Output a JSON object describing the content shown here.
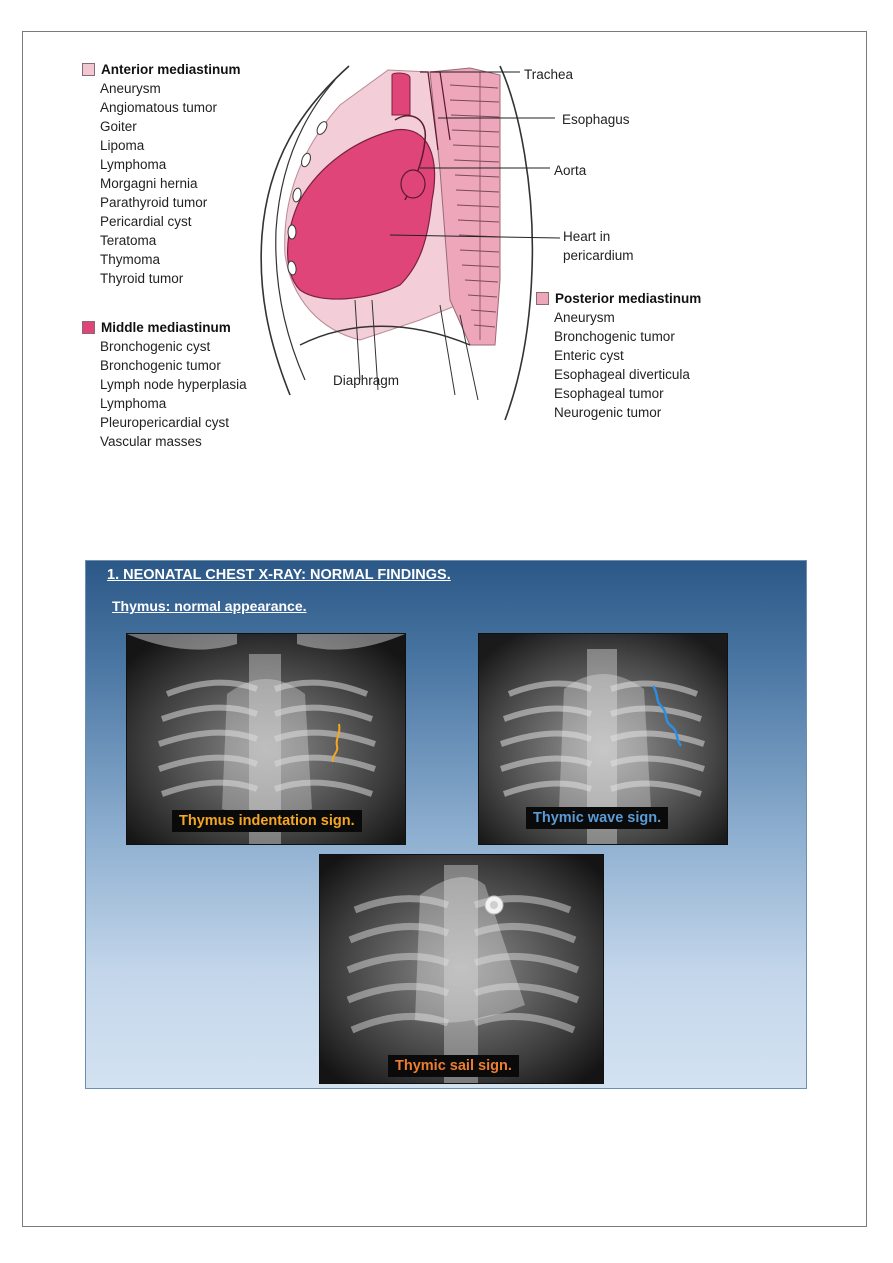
{
  "figure": {
    "anterior": {
      "title": "Anterior mediastinum",
      "color": "#f1c7d1",
      "items": [
        "Aneurysm",
        "Angiomatous tumor",
        "Goiter",
        "Lipoma",
        "Lymphoma",
        "Morgagni hernia",
        "Parathyroid tumor",
        "Pericardial cyst",
        "Teratoma",
        "Thymoma",
        "Thyroid tumor"
      ]
    },
    "middle": {
      "title": "Middle mediastinum",
      "color": "#e0457a",
      "items": [
        "Bronchogenic cyst",
        "Bronchogenic tumor",
        "Lymph node hyperplasia",
        "Lymphoma",
        "Pleuropericardial cyst",
        "Vascular masses"
      ]
    },
    "posterior": {
      "title": "Posterior mediastinum",
      "color": "#eea6bb",
      "items": [
        "Aneurysm",
        "Bronchogenic tumor",
        "Enteric cyst",
        "Esophageal diverticula",
        "Esophageal tumor",
        "Neurogenic tumor"
      ]
    },
    "labels": {
      "trachea": "Trachea",
      "esophagus": "Esophagus",
      "aorta": "Aorta",
      "heart_line1": "Heart in",
      "heart_line2": "pericardium",
      "diaphragm": "Diaphragm"
    }
  },
  "slide": {
    "title": "1. NEONATAL CHEST X-RAY: NORMAL FINDINGS.",
    "subtitle": "Thymus: normal appearance.",
    "images": [
      {
        "caption": "Thymus indentation sign.",
        "caption_color": "#f5a623"
      },
      {
        "caption": "Thymic wave sign.",
        "caption_color": "#5b9bd5"
      },
      {
        "caption": "Thymic sail sign.",
        "caption_color": "#ed7d31"
      }
    ]
  }
}
